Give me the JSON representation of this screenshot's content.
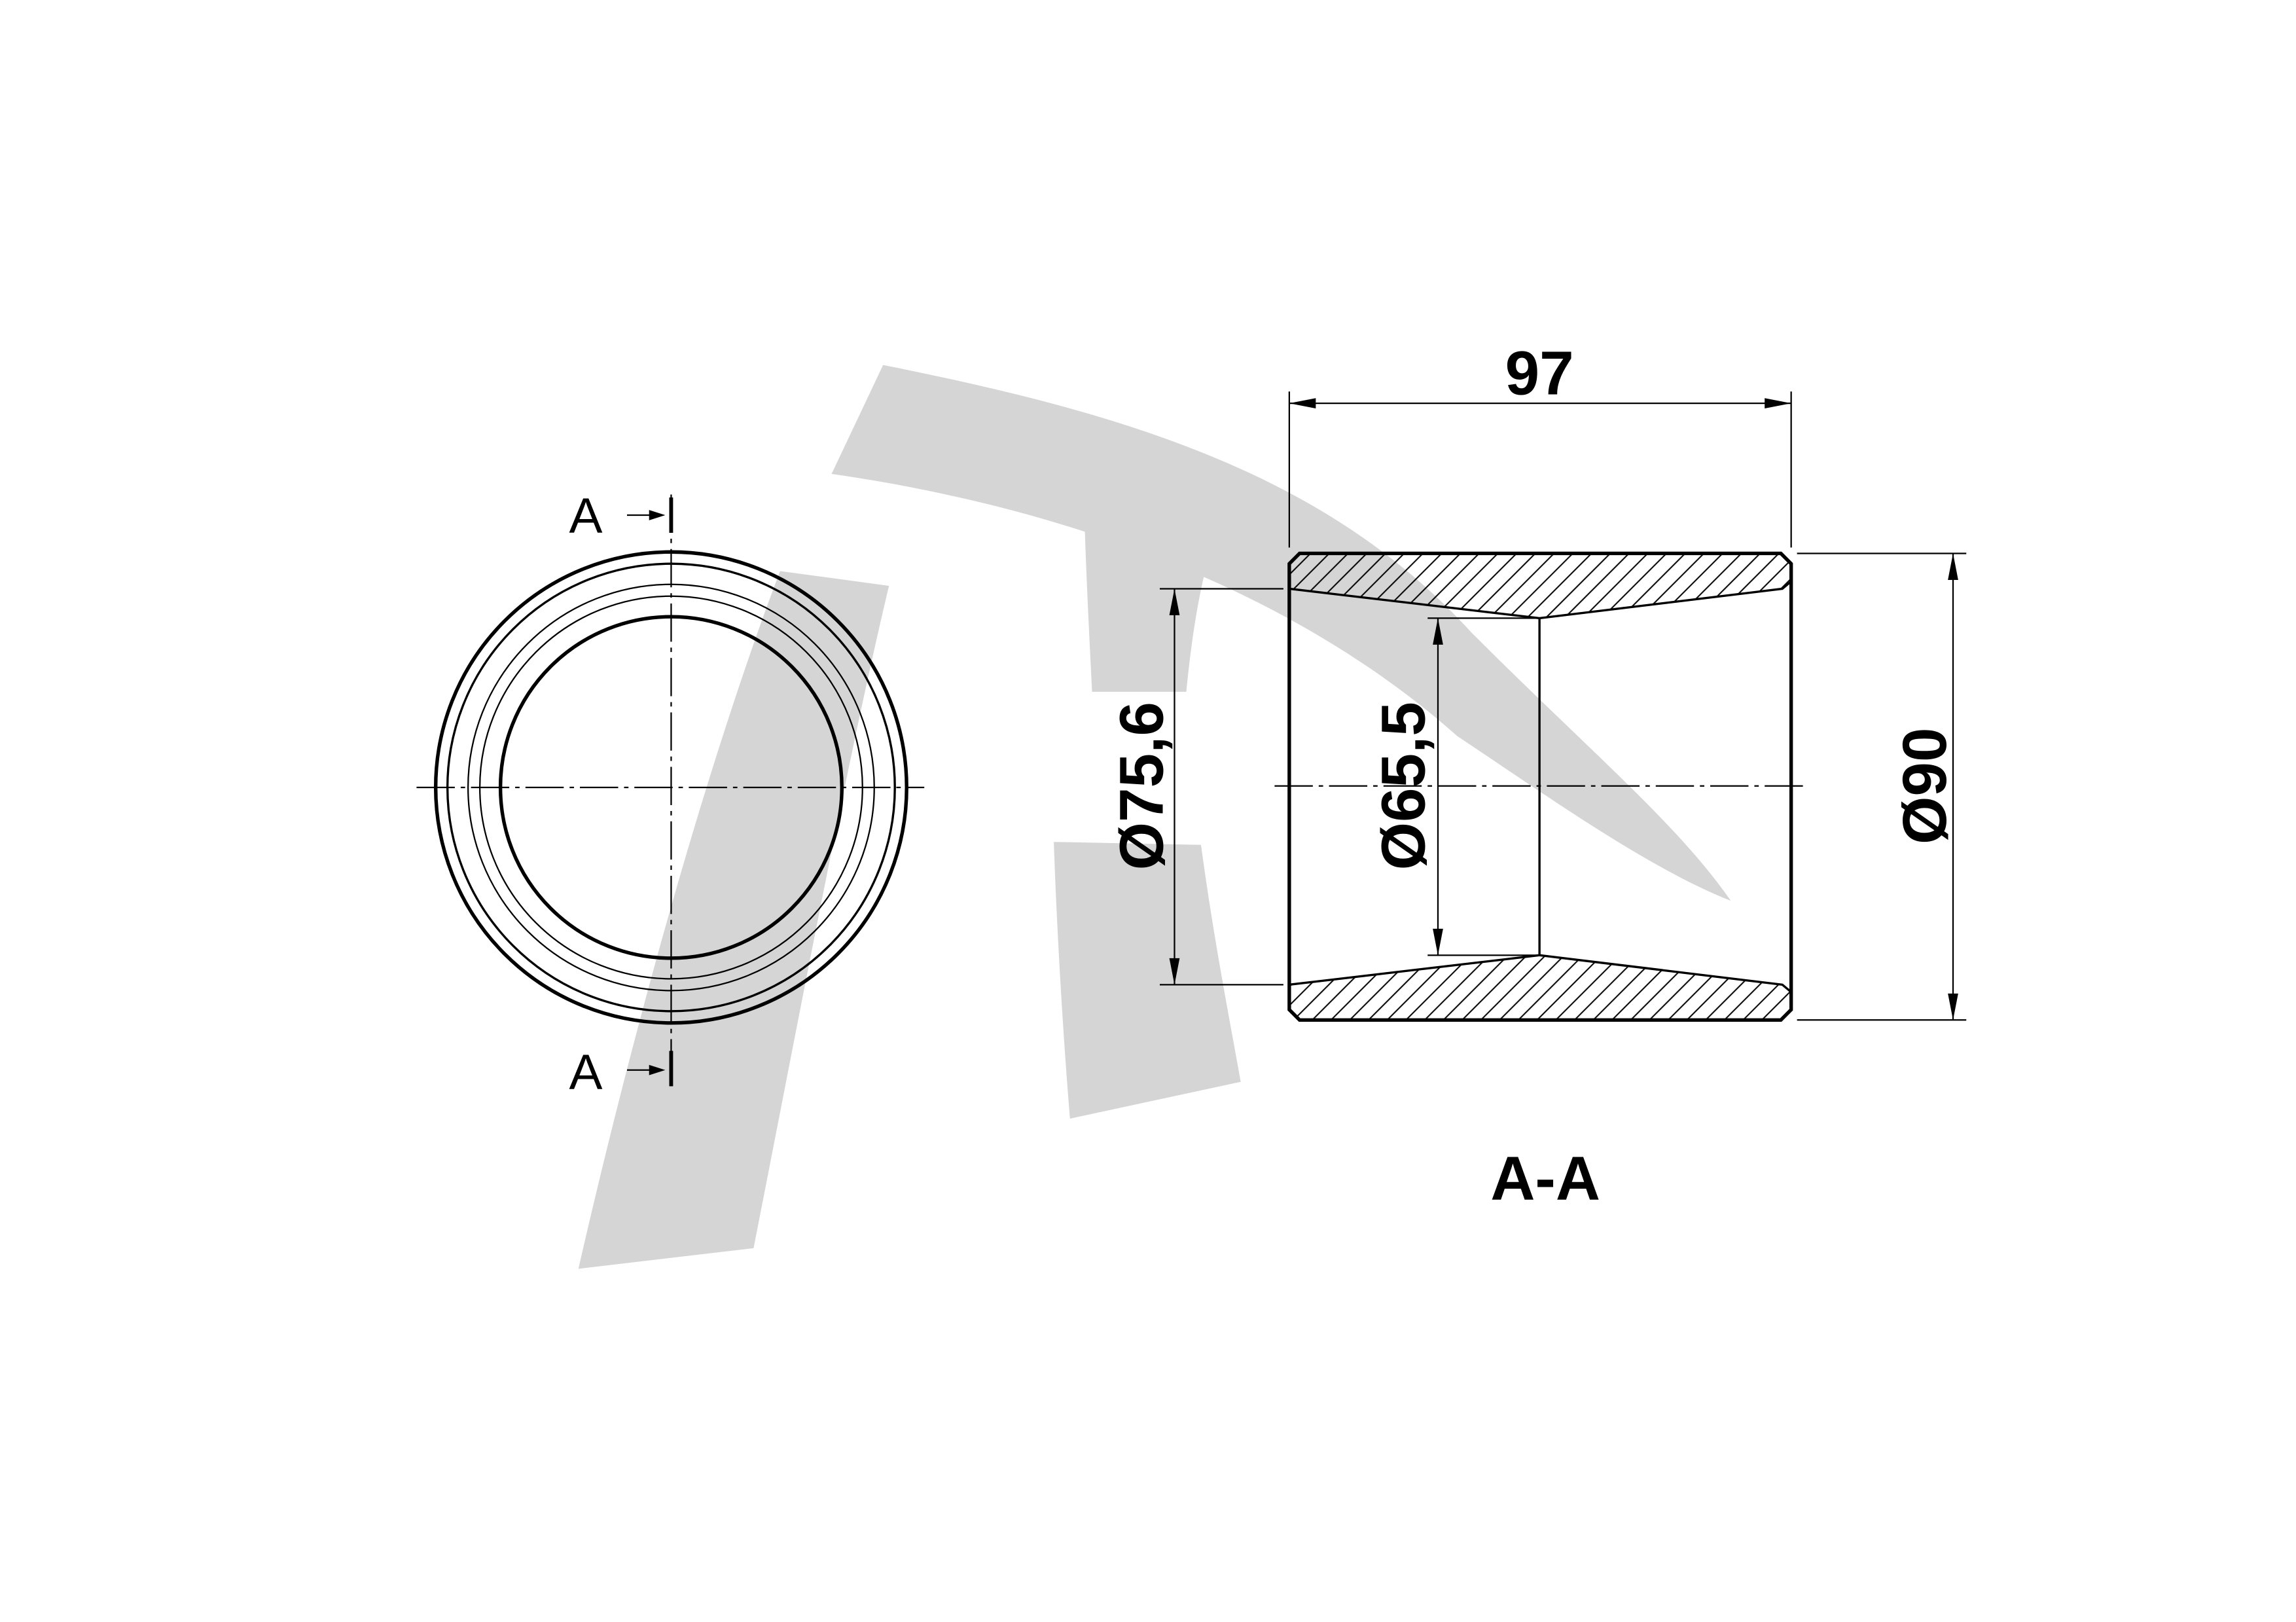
{
  "section_markers": {
    "top": "A",
    "bottom": "A"
  },
  "dimensions": {
    "length": "97",
    "bore_end_diameter": "Ø75,6",
    "bore_middle_diameter": "Ø65,5",
    "outer_diameter": "Ø90"
  },
  "section_label": "A-A",
  "colors": {
    "background": "#ffffff",
    "line": "#000000",
    "watermark": "#d5d5d5"
  }
}
